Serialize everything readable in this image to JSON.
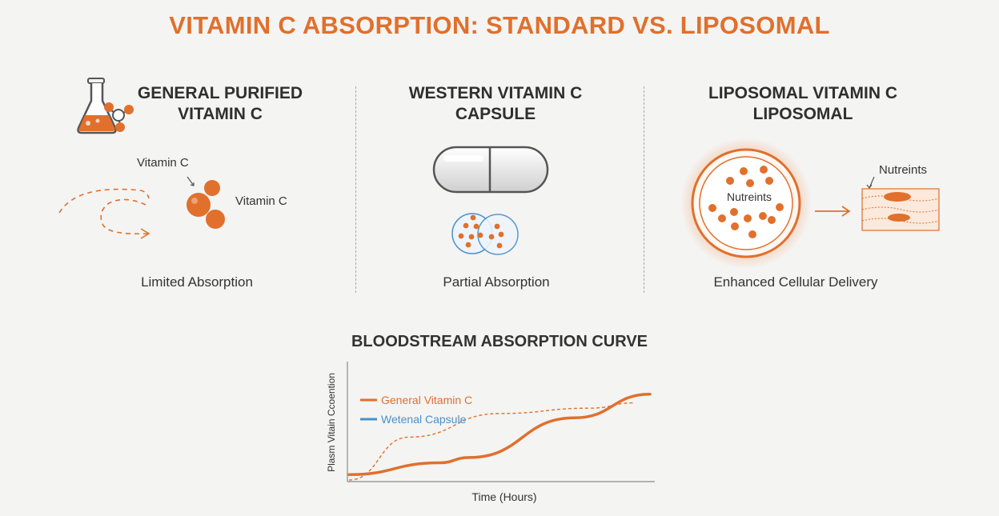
{
  "title": "VITAMIN C ABSORPTION: STANDARD VS. LIPOSOMAL",
  "columns": [
    {
      "heading_line1": "GENERAL PURIFIED",
      "heading_line2": "VITAMIN C",
      "label_a": "Vitamin C",
      "label_b": "Vitamin C",
      "caption": "Limited Absorption"
    },
    {
      "heading_line1": "WESTERN VITAMIN C",
      "heading_line2": "CAPSULE",
      "caption": "Partial Absorption"
    },
    {
      "heading_line1": "LIPOSOMAL VITAMIN C",
      "heading_line2": "LIPOSOMAL",
      "label_inner": "Nutreints",
      "label_outer": "Nutreints",
      "caption": "Enhanced Cellular Delivery"
    }
  ],
  "colors": {
    "accent": "#e0702c",
    "blue": "#4a90c8",
    "text": "#2f2f2f"
  },
  "chart_data": {
    "type": "line",
    "title": "BLOODSTREAM ABSORPTION CURVE",
    "xlabel": "Time (Hours)",
    "ylabel": "Plasm Vitain Ccoention",
    "series": [
      {
        "name": "General Vitamin C",
        "style": "solid",
        "color": "#e0702c",
        "x": [
          0,
          0.3,
          0.4,
          0.75,
          1.0
        ],
        "y": [
          0.05,
          0.16,
          0.21,
          0.58,
          0.8
        ]
      },
      {
        "name": "Wetenal Capsule",
        "style": "dashed",
        "color": "#e0702c",
        "x": [
          0,
          0.2,
          0.5,
          0.8,
          0.95
        ],
        "y": [
          0.0,
          0.4,
          0.62,
          0.67,
          0.72
        ]
      }
    ],
    "legend": [
      {
        "label": "General Vitamin C",
        "color": "#e0702c"
      },
      {
        "label": "Wetenal Capsule",
        "color": "#4a90c8"
      }
    ],
    "legend_position": "top-left"
  }
}
